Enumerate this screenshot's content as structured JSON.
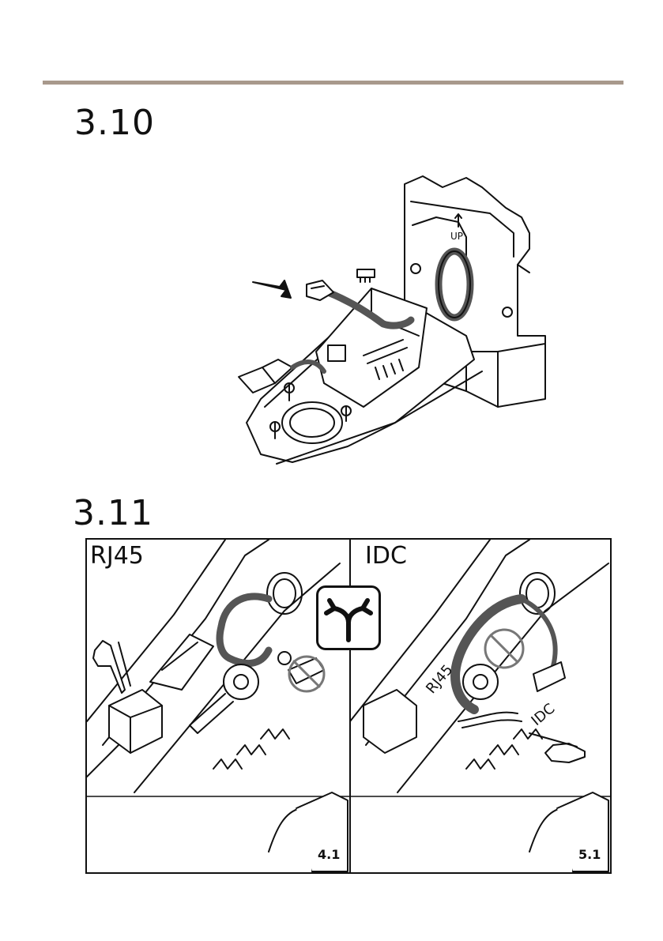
{
  "steps": [
    {
      "number": "3.10"
    },
    {
      "number": "3.11"
    }
  ],
  "panels": {
    "left": {
      "label": "RJ45",
      "ref": "4.1"
    },
    "right": {
      "label": "IDC",
      "ref": "5.1"
    }
  },
  "icons": {
    "fork": "fork-arrows-icon",
    "no_entry": "prohibited-icon",
    "pointing_hand": "pointing-hand-icon",
    "page_turn": "page-turn-icon"
  },
  "colors": {
    "rule": "#a8998c"
  },
  "component_markings": {
    "up_label": "UP",
    "rj45_cable_label": "RJ45",
    "idc_connector_label": "IDC"
  }
}
